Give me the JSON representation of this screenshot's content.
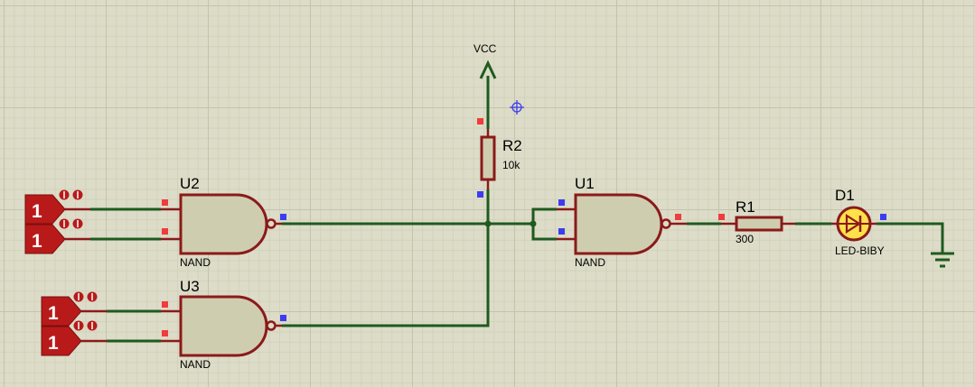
{
  "components": {
    "u2": {
      "ref": "U2",
      "type": "NAND"
    },
    "u3": {
      "ref": "U3",
      "type": "NAND"
    },
    "u1": {
      "ref": "U1",
      "type": "NAND"
    },
    "r2": {
      "ref": "R2",
      "value": "10k"
    },
    "r1": {
      "ref": "R1",
      "value": "300"
    },
    "d1": {
      "ref": "D1",
      "value": "LED-BIBY"
    },
    "vcc": {
      "label": "VCC"
    },
    "logic_inputs": [
      {
        "value": "1"
      },
      {
        "value": "1"
      },
      {
        "value": "1"
      },
      {
        "value": "1"
      }
    ]
  },
  "colors": {
    "wire": "#1f5a1f",
    "component_outline": "#8b1a1a",
    "component_fill": "#cfcdb0",
    "logic_state_fill": "#b81a1a",
    "led_fill": "#ffe14a",
    "grid_background": "#dcdcc8",
    "pin_marker_input": "#f03c3c",
    "pin_marker_output": "#3c3cf0"
  }
}
